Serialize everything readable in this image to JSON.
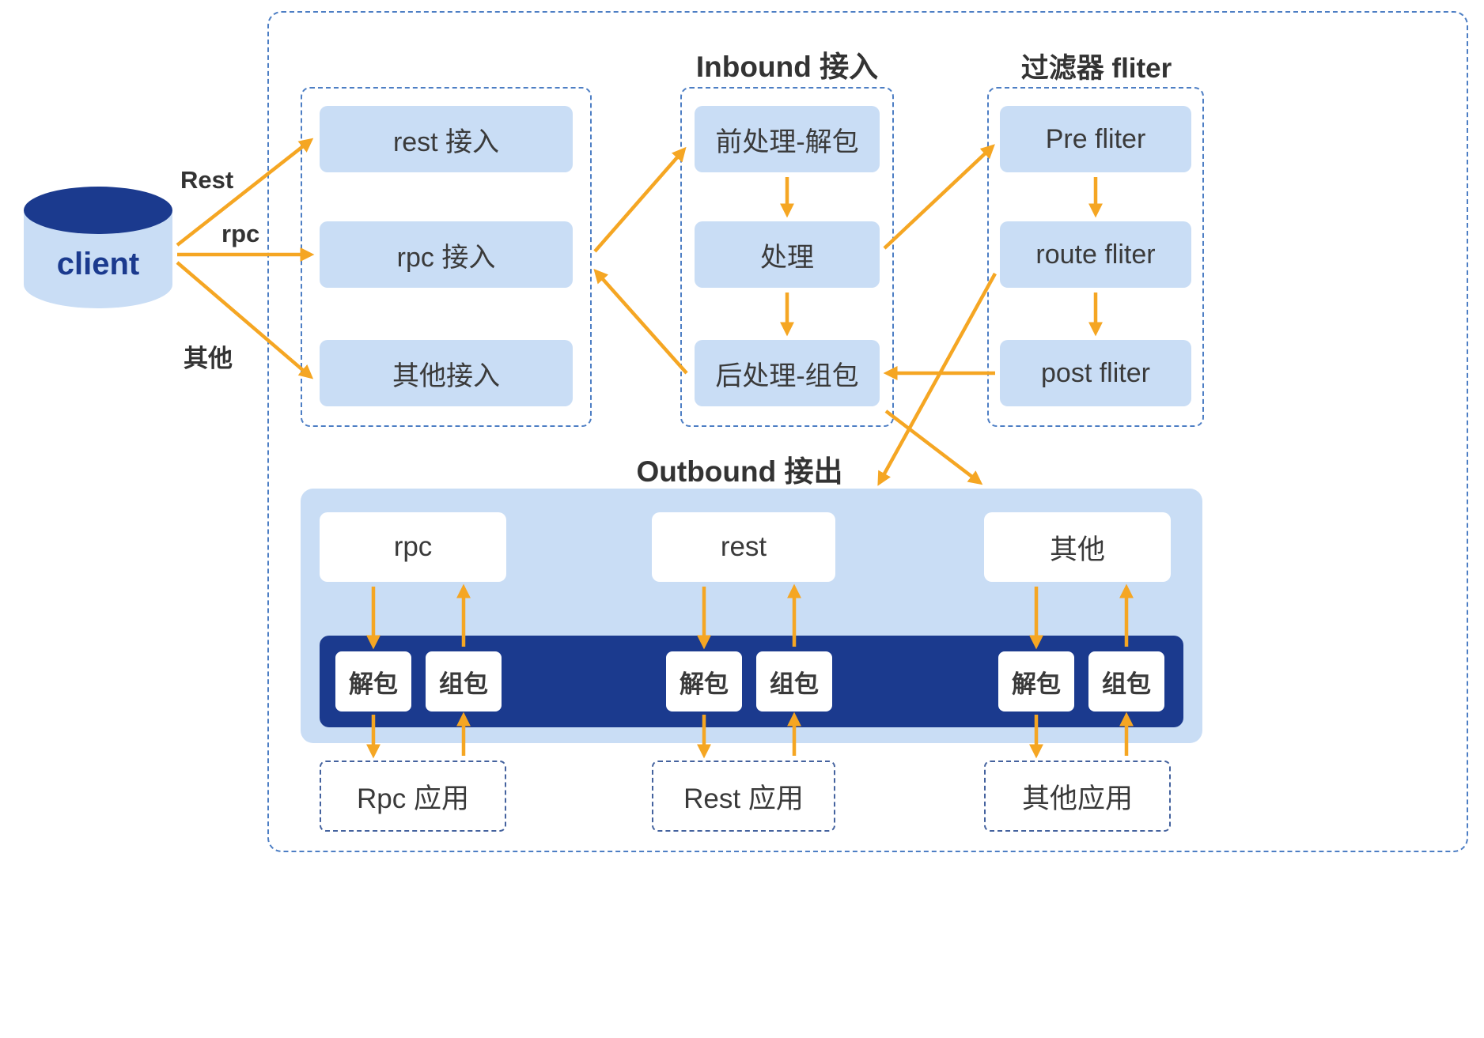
{
  "colors": {
    "darkBlue": "#1b3a8e",
    "lightBlue": "#c9ddf5",
    "arrow": "#f5a623",
    "textDark": "#3a3a3a",
    "border": "#4d7ec4",
    "borderDark": "#44629e"
  },
  "client": {
    "label": "client"
  },
  "edge_labels": {
    "rest": "Rest",
    "rpc": "rpc",
    "other": "其他"
  },
  "access_group": {
    "items": [
      {
        "label": "rest 接入"
      },
      {
        "label": "rpc 接入"
      },
      {
        "label": "其他接入"
      }
    ]
  },
  "inbound_group": {
    "title": "Inbound 接入",
    "items": [
      {
        "label": "前处理-解包"
      },
      {
        "label": "处理"
      },
      {
        "label": "后处理-组包"
      }
    ]
  },
  "filter_group": {
    "title": "过滤器 fliter",
    "items": [
      {
        "label": "Pre fliter"
      },
      {
        "label": "route fliter"
      },
      {
        "label": "post fliter"
      }
    ]
  },
  "outbound_group": {
    "title": "Outbound 接出",
    "channels": [
      {
        "protocol": "rpc",
        "unpack": "解包",
        "pack": "组包",
        "app": "Rpc 应用"
      },
      {
        "protocol": "rest",
        "unpack": "解包",
        "pack": "组包",
        "app": "Rest 应用"
      },
      {
        "protocol": "其他",
        "unpack": "解包",
        "pack": "组包",
        "app": "其他应用"
      }
    ]
  },
  "connections": [
    {
      "from": "client",
      "to": "rest-access",
      "label": "Rest"
    },
    {
      "from": "client",
      "to": "rpc-access",
      "label": "rpc"
    },
    {
      "from": "client",
      "to": "other-access",
      "label": "其他"
    },
    {
      "from": "rpc-access",
      "to": "pre-unpack"
    },
    {
      "from": "pre-unpack",
      "to": "process"
    },
    {
      "from": "process",
      "to": "post-pack"
    },
    {
      "from": "process",
      "to": "pre-filter"
    },
    {
      "from": "pre-filter",
      "to": "route-filter"
    },
    {
      "from": "route-filter",
      "to": "post-filter"
    },
    {
      "from": "post-filter",
      "to": "post-pack"
    },
    {
      "from": "post-pack",
      "to": "rpc-access"
    },
    {
      "from": "route-filter",
      "to": "outbound"
    },
    {
      "from": "post-pack",
      "to": "outbound"
    },
    {
      "from": "outbound-rpc",
      "to": "rpc-unpack"
    },
    {
      "from": "rpc-pack",
      "to": "outbound-rpc"
    },
    {
      "from": "rpc-unpack",
      "to": "rpc-app"
    },
    {
      "from": "rpc-app",
      "to": "rpc-pack"
    },
    {
      "from": "outbound-rest",
      "to": "rest-unpack"
    },
    {
      "from": "rest-pack",
      "to": "outbound-rest"
    },
    {
      "from": "rest-unpack",
      "to": "rest-app"
    },
    {
      "from": "rest-app",
      "to": "rest-pack"
    },
    {
      "from": "outbound-other",
      "to": "other-unpack"
    },
    {
      "from": "other-pack",
      "to": "outbound-other"
    },
    {
      "from": "other-unpack",
      "to": "other-app"
    },
    {
      "from": "other-app",
      "to": "other-pack"
    }
  ]
}
